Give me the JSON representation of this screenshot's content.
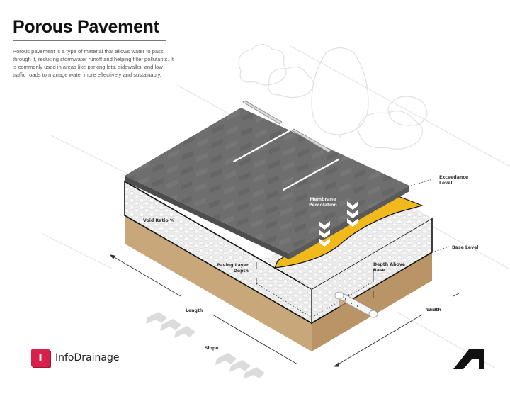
{
  "header": {
    "title": "Porous Pavement",
    "description": "Porous pavement is a type of material that allows water to pass through it, reducing stormwater runoff and helping filter pollutants. It is commonly used in areas like parking lots, sidewalks, and low-traffic roads to manage water more effectively and sustainably."
  },
  "diagram": {
    "labels": {
      "exceedance_level": "Exceedance\nLevel",
      "membrane_percolation": "Membrane\nPercolation",
      "void_ratio": "Void Ratio %",
      "base_level": "Base Level",
      "paving_layer_depth": "Paving Layer\nDepth",
      "depth_above_base": "Depth Above\nBase",
      "length": "Length",
      "width": "Width",
      "slope": "Slope"
    },
    "colors": {
      "pavement": "#6b6b6b",
      "pavement_edge": "#555555",
      "membrane": "#f2b91c",
      "aggregate": "#e9e9e9",
      "soil": "#c8a77a",
      "soil_dark": "#b08f63",
      "outline": "#111111"
    },
    "icons": [
      "percolation-chevrons-icon",
      "slope-chevrons-icon",
      "perforated-pipe-icon",
      "wheel-stop-icon",
      "tree-outline-icon"
    ]
  },
  "footer": {
    "logo_letter": "I",
    "logo_text": "InfoDrainage",
    "brand_color": "#d7204a"
  }
}
